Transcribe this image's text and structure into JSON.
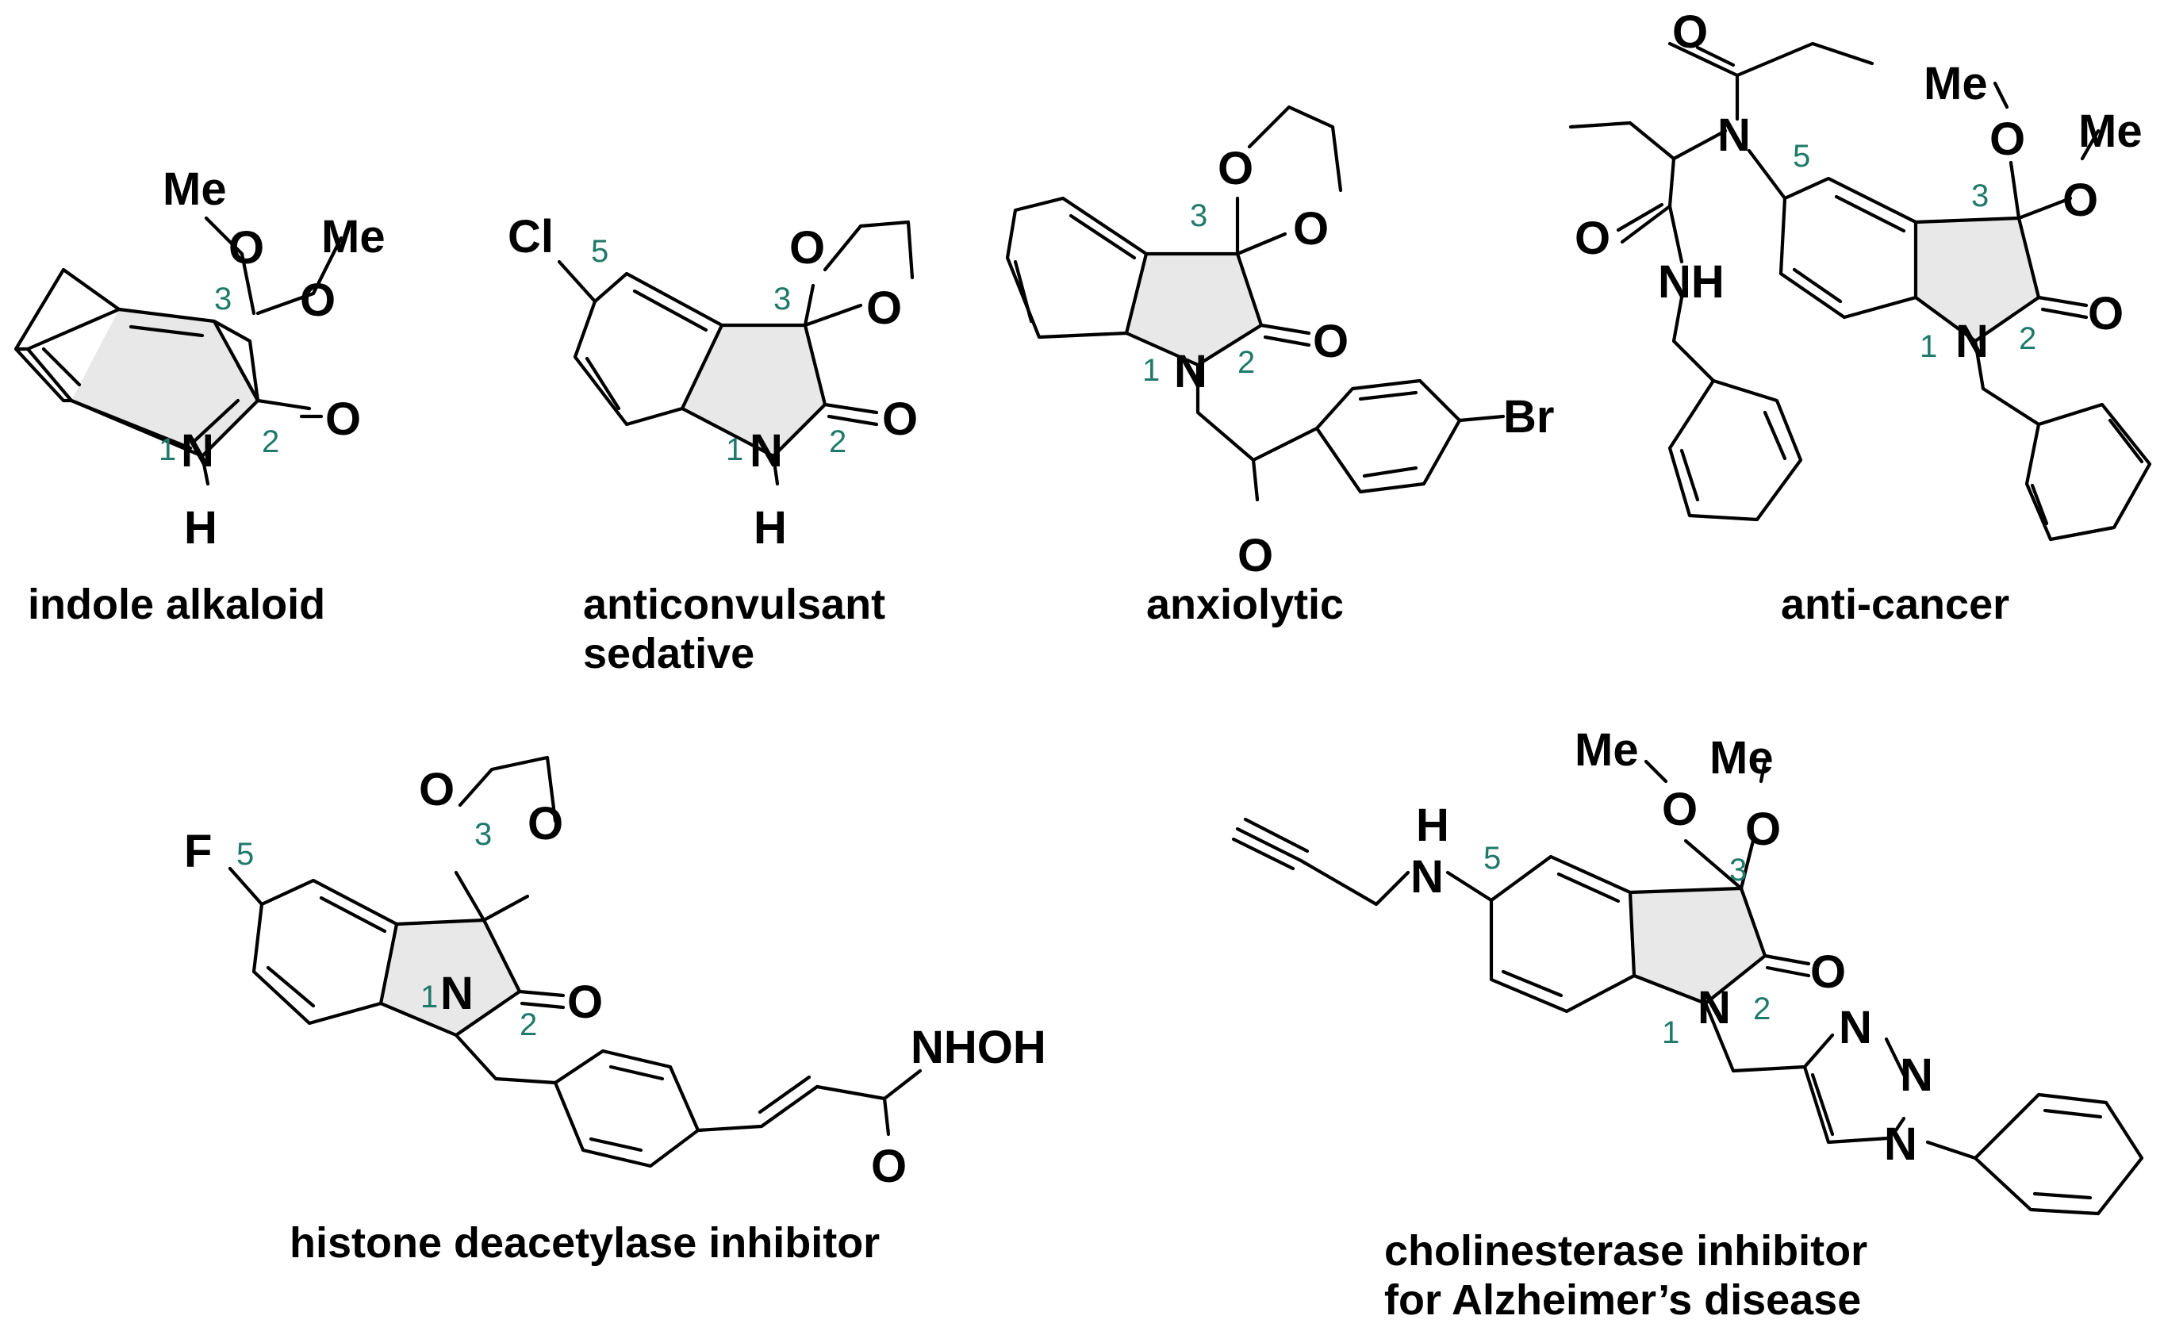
{
  "colors": {
    "bond": "#000000",
    "ring_highlight": "#e8e8e8",
    "locant": "#1f7a6a",
    "background": "#ffffff"
  },
  "atoms": {
    "me": "Me",
    "o": "O",
    "n": "N",
    "h": "H",
    "nh": "NH",
    "cl": "Cl",
    "br": "Br",
    "f": "F",
    "nhoh": "NHOH"
  },
  "locants": {
    "one": "1",
    "two": "2",
    "three": "3",
    "five": "5"
  },
  "molecules": [
    {
      "caption": [
        "indole alkaloid"
      ]
    },
    {
      "caption": [
        "anticonvulsant",
        "sedative"
      ]
    },
    {
      "caption": [
        "anxiolytic"
      ]
    },
    {
      "caption": [
        "anti-cancer"
      ]
    },
    {
      "caption": [
        "histone deacetylase inhibitor"
      ]
    },
    {
      "caption": [
        "cholinesterase inhibitor",
        "for Alzheimer’s disease"
      ]
    }
  ]
}
